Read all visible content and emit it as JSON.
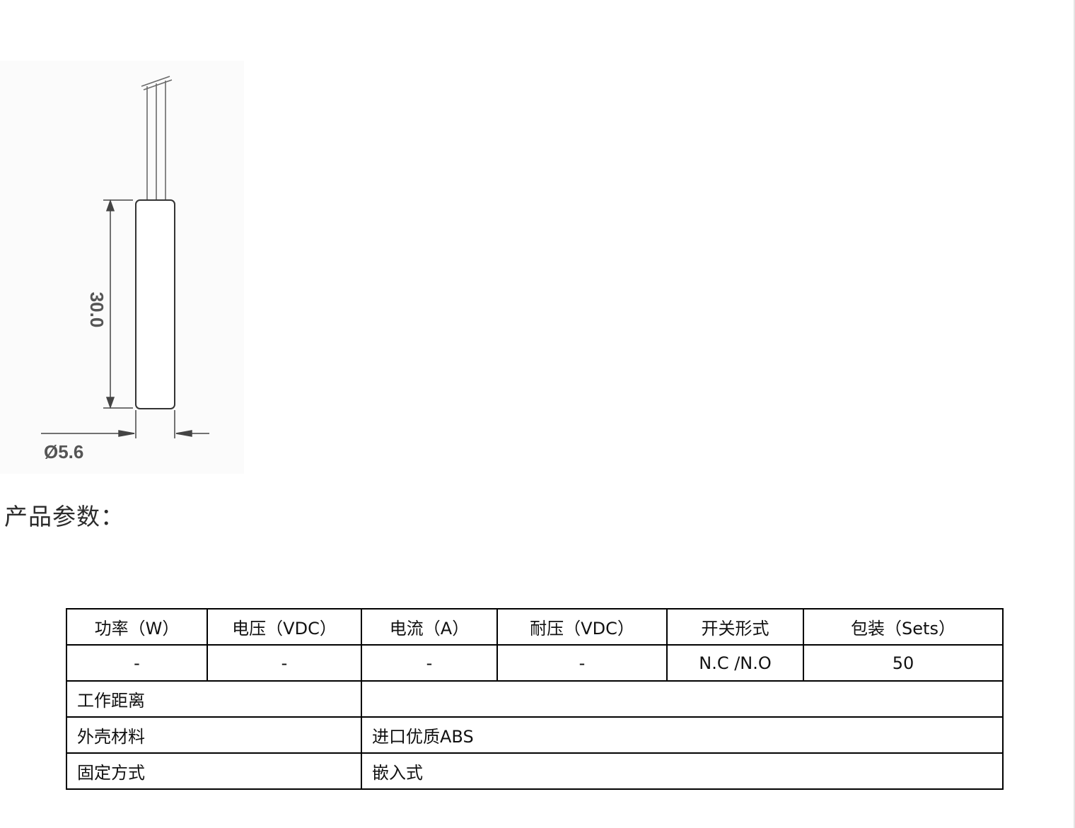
{
  "drawing": {
    "length_label": "30.0",
    "diameter_label": "Ø5.6"
  },
  "section_title": "产品参数：",
  "table": {
    "headers": [
      "功率（W）",
      "电压（VDC）",
      "电流（A）",
      "耐压（VDC）",
      "开关形式",
      "包装（Sets）"
    ],
    "values": [
      "-",
      "-",
      "-",
      "-",
      "N.C /N.O",
      "50"
    ],
    "rows": [
      {
        "label": "工作距离",
        "value": ""
      },
      {
        "label": "外壳材料",
        "value": "进口优质ABS"
      },
      {
        "label": "固定方式",
        "value": "嵌入式"
      }
    ]
  }
}
